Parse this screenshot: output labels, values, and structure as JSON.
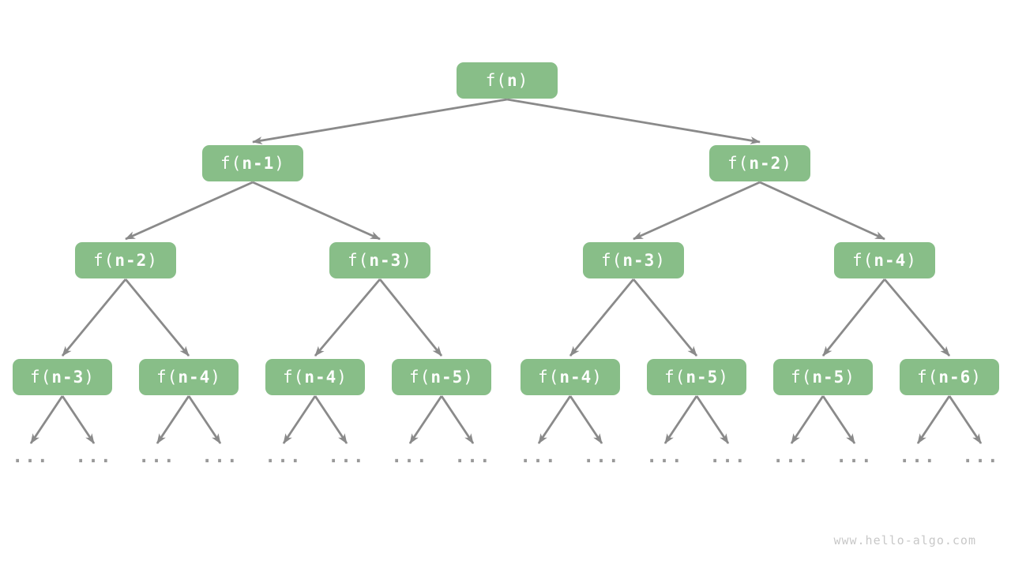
{
  "diagram": {
    "type": "recursion-tree",
    "nodes": [
      {
        "pre": "f(",
        "arg": "n",
        "post": ")"
      },
      {
        "pre": "f(",
        "arg": "n-1",
        "post": ")"
      },
      {
        "pre": "f(",
        "arg": "n-2",
        "post": ")"
      },
      {
        "pre": "f(",
        "arg": "n-2",
        "post": ")"
      },
      {
        "pre": "f(",
        "arg": "n-3",
        "post": ")"
      },
      {
        "pre": "f(",
        "arg": "n-3",
        "post": ")"
      },
      {
        "pre": "f(",
        "arg": "n-4",
        "post": ")"
      },
      {
        "pre": "f(",
        "arg": "n-3",
        "post": ")"
      },
      {
        "pre": "f(",
        "arg": "n-4",
        "post": ")"
      },
      {
        "pre": "f(",
        "arg": "n-4",
        "post": ")"
      },
      {
        "pre": "f(",
        "arg": "n-5",
        "post": ")"
      },
      {
        "pre": "f(",
        "arg": "n-4",
        "post": ")"
      },
      {
        "pre": "f(",
        "arg": "n-5",
        "post": ")"
      },
      {
        "pre": "f(",
        "arg": "n-5",
        "post": ")"
      },
      {
        "pre": "f(",
        "arg": "n-6",
        "post": ")"
      }
    ],
    "edges": [
      [
        0,
        1
      ],
      [
        0,
        2
      ],
      [
        1,
        3
      ],
      [
        1,
        4
      ],
      [
        2,
        5
      ],
      [
        2,
        6
      ],
      [
        3,
        7
      ],
      [
        3,
        8
      ],
      [
        4,
        9
      ],
      [
        4,
        10
      ],
      [
        5,
        11
      ],
      [
        5,
        12
      ],
      [
        6,
        13
      ],
      [
        6,
        14
      ]
    ],
    "ellipsis_edges": [
      [
        7,
        0
      ],
      [
        7,
        1
      ],
      [
        8,
        2
      ],
      [
        8,
        3
      ],
      [
        9,
        4
      ],
      [
        9,
        5
      ],
      [
        10,
        6
      ],
      [
        10,
        7
      ],
      [
        11,
        8
      ],
      [
        11,
        9
      ],
      [
        12,
        10
      ],
      [
        12,
        11
      ],
      [
        13,
        12
      ],
      [
        13,
        13
      ],
      [
        14,
        14
      ],
      [
        14,
        15
      ]
    ],
    "ellipsis": "..."
  },
  "watermark": "www.hello-algo.com",
  "colors": {
    "node_fill": "#88be88",
    "node_text": "#ffffff",
    "arrow": "#8a8a8a",
    "ellipsis": "#999999",
    "watermark": "#c8c8c8"
  }
}
